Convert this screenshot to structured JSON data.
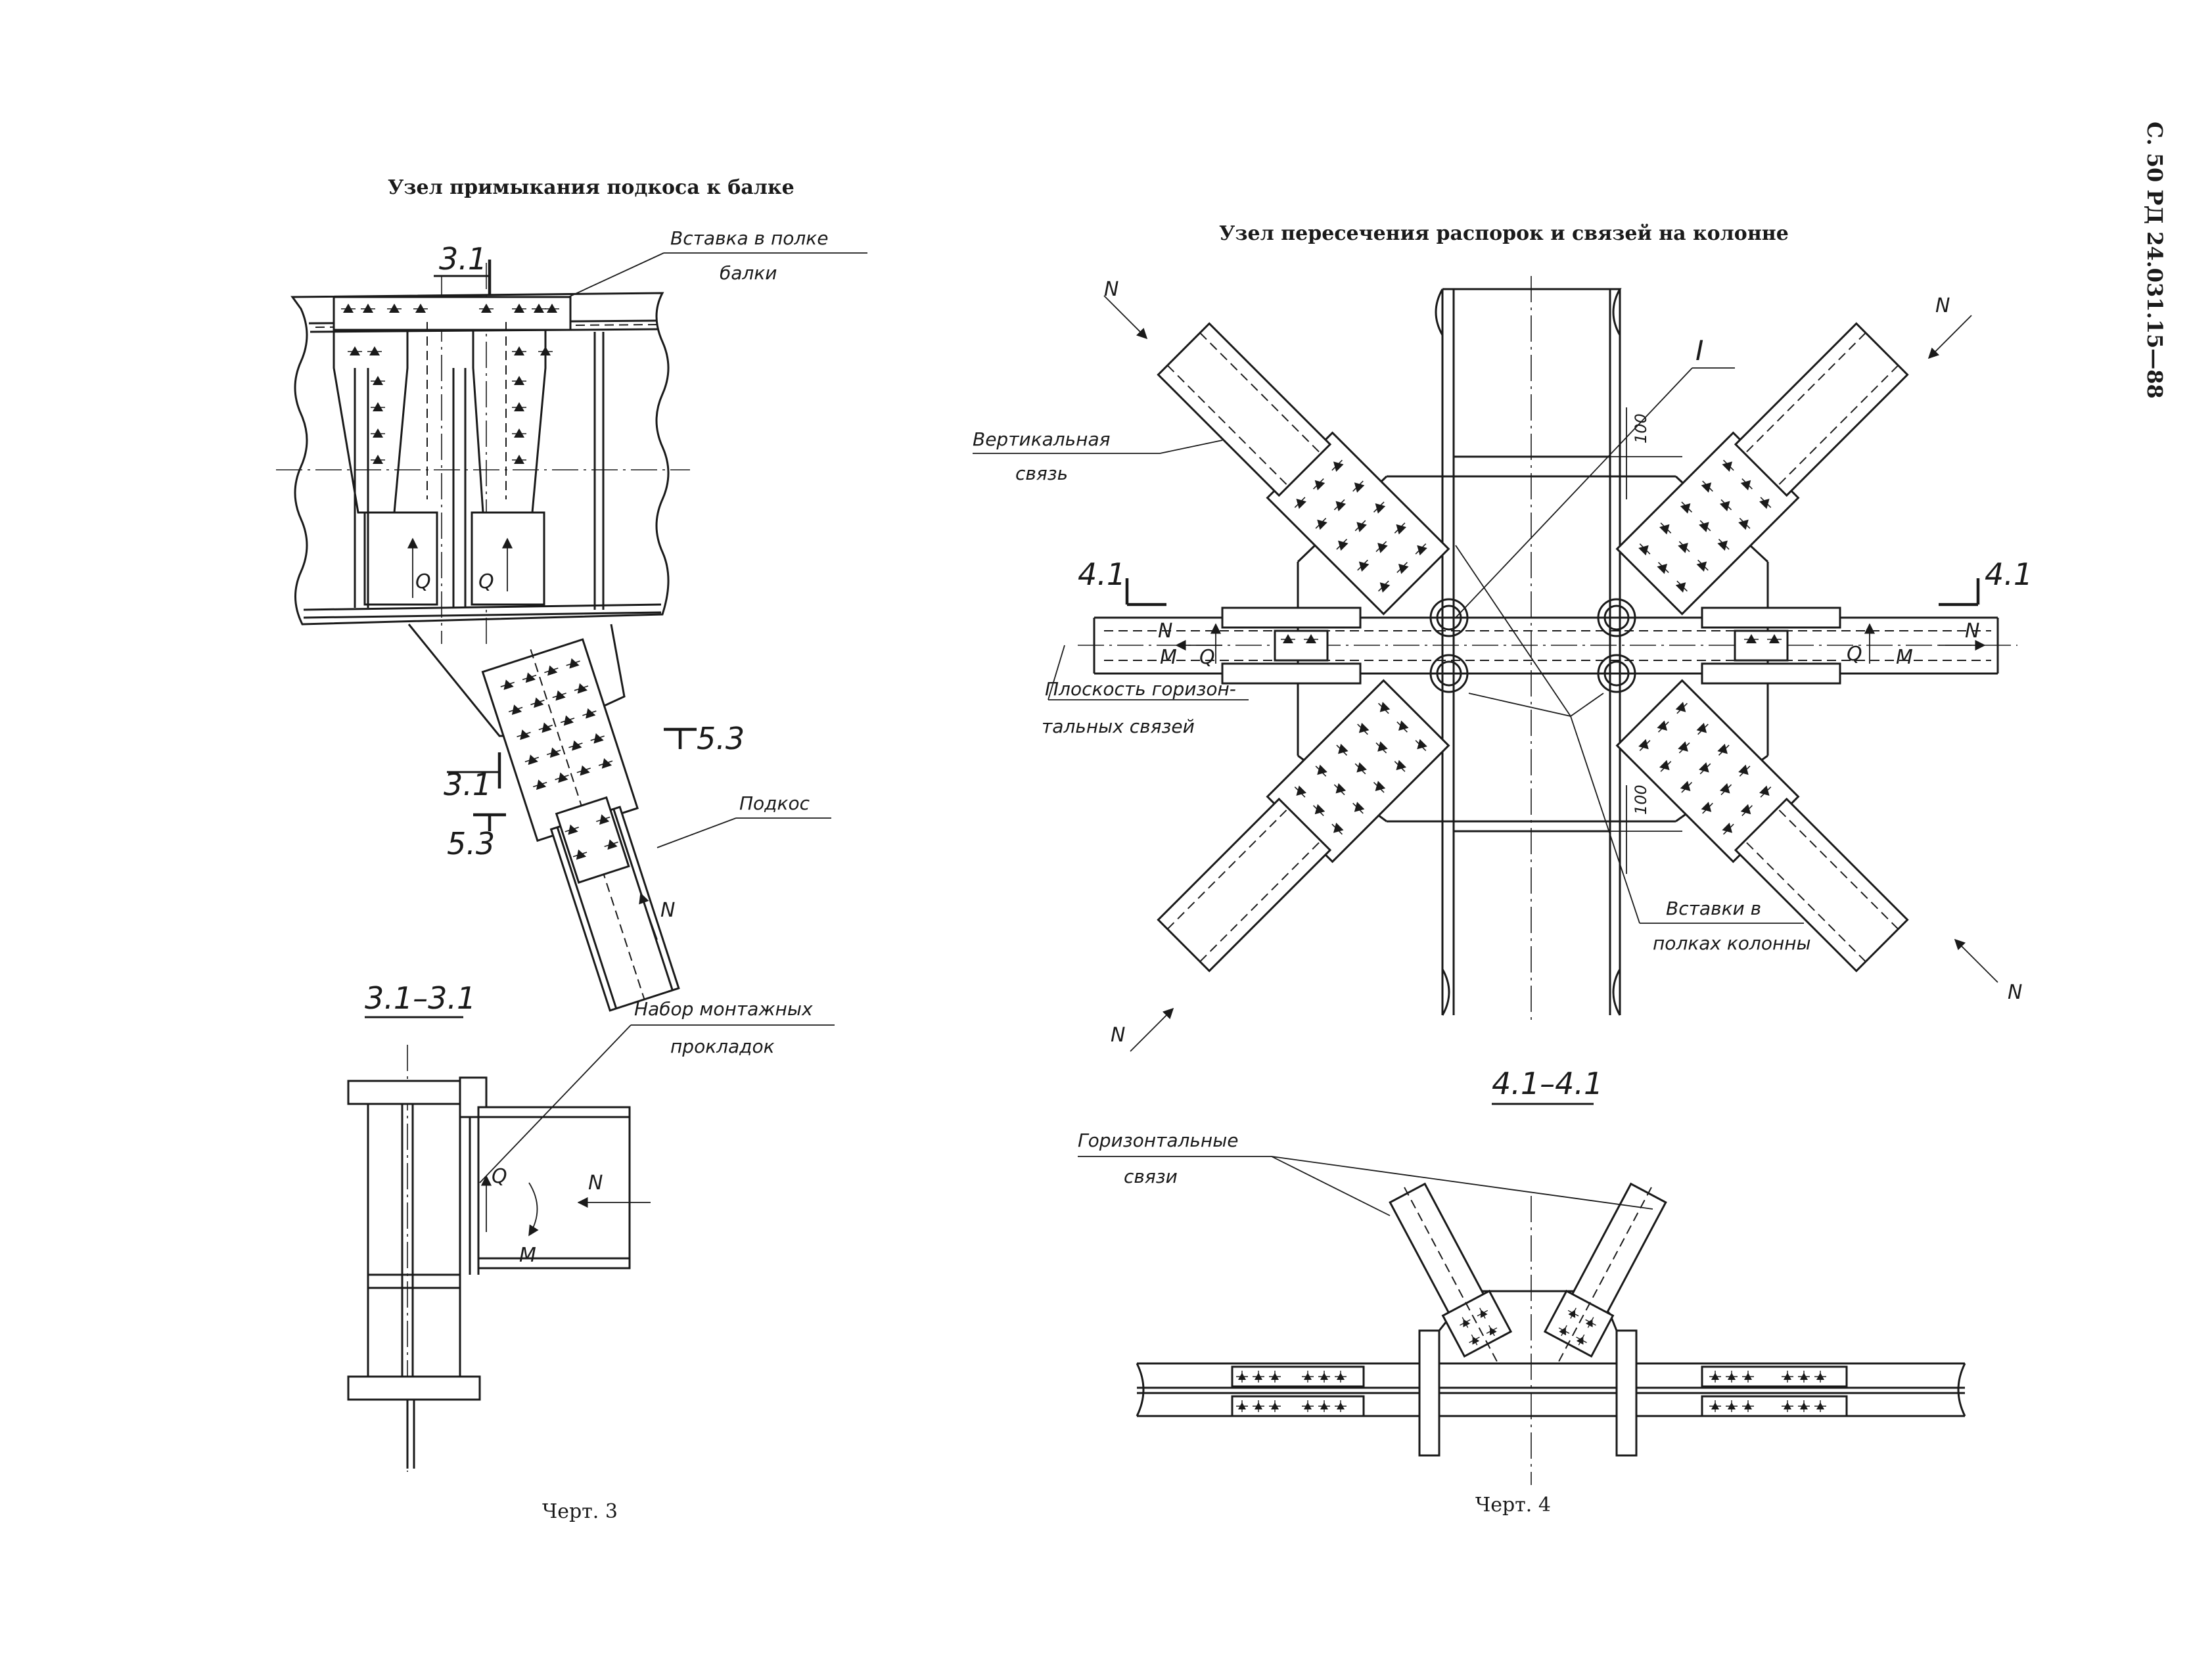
{
  "document": {
    "side_header": "С. 50  РД 24.031.15—88"
  },
  "figure3": {
    "title": "Узел примыкания подкоса к балке",
    "caption": "Черт. 3",
    "labels": {
      "insert_flange": "Вставка в полке",
      "insert_flange_2": "балки",
      "strut": "Подкос",
      "shims": "Набор монтажных",
      "shims_2": "прокладок"
    },
    "sections": {
      "cut_31": "3.1",
      "cut_53": "5.3",
      "view_title": "3.1–3.1"
    },
    "forces": {
      "q": "Q",
      "n": "N",
      "m": "M"
    }
  },
  "figure4": {
    "title": "Узел пересечения распорок и связей на колонне",
    "caption": "Черт. 4",
    "labels": {
      "vertical_brace": "Вертикальная",
      "vertical_brace_2": "связь",
      "horizontal_plane": "Плоскость горизон-",
      "horizontal_plane_2": "тальных связей",
      "column_inserts": "Вставки в",
      "column_inserts_2": "полках колонны",
      "horizontal_braces": "Горизонтальные",
      "horizontal_braces_2": "связи",
      "detail_mark": "I"
    },
    "sections": {
      "cut_41": "4.1",
      "view_title": "4.1–4.1"
    },
    "dimensions": {
      "offset": "100"
    },
    "forces": {
      "q": "Q",
      "n": "N",
      "m": "M"
    }
  }
}
